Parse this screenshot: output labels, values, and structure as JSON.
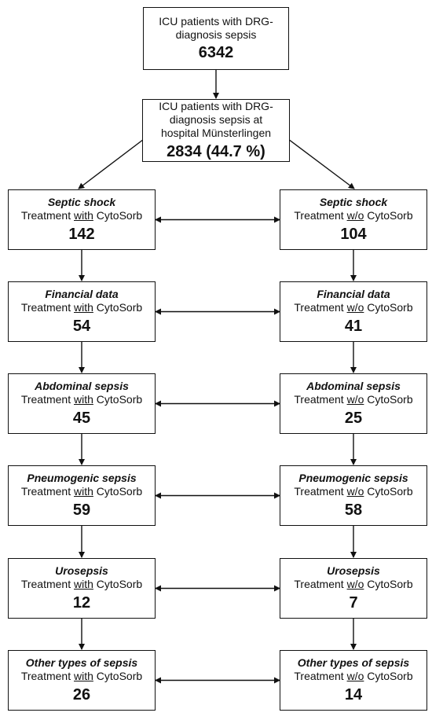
{
  "top": {
    "line1": "ICU patients with DRG-",
    "line2": "diagnosis sepsis",
    "count": "6342"
  },
  "hospital": {
    "line1": "ICU patients with DRG-",
    "line2": "diagnosis sepsis at",
    "line3": "hospital Münsterlingen",
    "count": "2834 (44.7 %)"
  },
  "treatment": {
    "prefix": "Treatment ",
    "with_word": "with",
    "without_word": "w/o",
    "suffix": " CytoSorb"
  },
  "rows": [
    {
      "title": "Septic shock",
      "with_count": "142",
      "without_count": "104"
    },
    {
      "title": "Financial data",
      "with_count": "54",
      "without_count": "41"
    },
    {
      "title": "Abdominal sepsis",
      "with_count": "45",
      "without_count": "25"
    },
    {
      "title": "Pneumogenic sepsis",
      "with_count": "59",
      "without_count": "58"
    },
    {
      "title": "Urosepsis",
      "with_count": "12",
      "without_count": "7"
    },
    {
      "title": "Other types of sepsis",
      "with_count": "26",
      "without_count": "14"
    }
  ]
}
